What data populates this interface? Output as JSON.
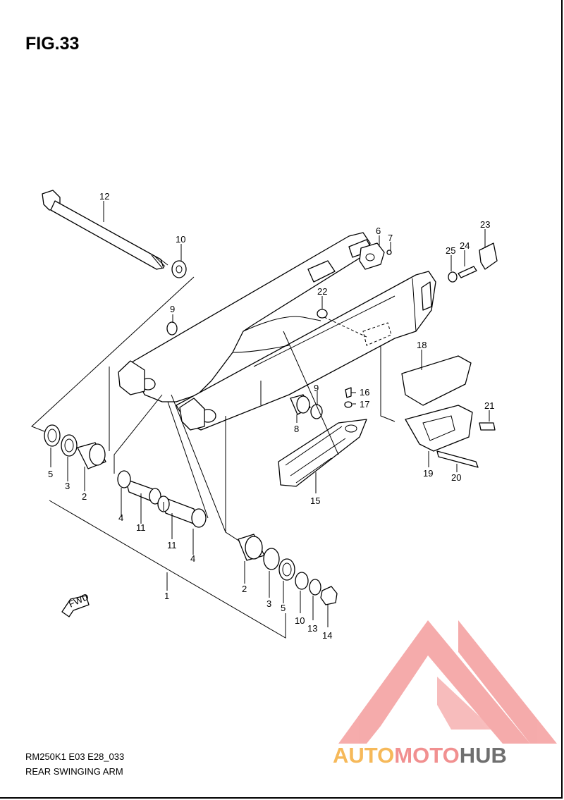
{
  "figure": {
    "title": "FIG.33",
    "model_code": "RM250K1 E03 E28_033",
    "caption": "REAR SWINGING ARM"
  },
  "watermark": {
    "text_part1": "AUTO",
    "text_part2": "MOTO",
    "text_part3": "HUB",
    "colors": {
      "auto": "#f6b95a",
      "moto": "#f19090",
      "hub": "#6f6f6f",
      "triangle": "#f5a3a3"
    }
  },
  "fwd_marker": "FWD",
  "callouts": [
    "12",
    "10",
    "6",
    "7",
    "23",
    "25",
    "24",
    "22",
    "9",
    "18",
    "9",
    "16",
    "17",
    "21",
    "8",
    "5",
    "3",
    "2",
    "4",
    "11",
    "11",
    "4",
    "15",
    "19",
    "20",
    "1",
    "2",
    "3",
    "5",
    "10",
    "13",
    "14"
  ]
}
